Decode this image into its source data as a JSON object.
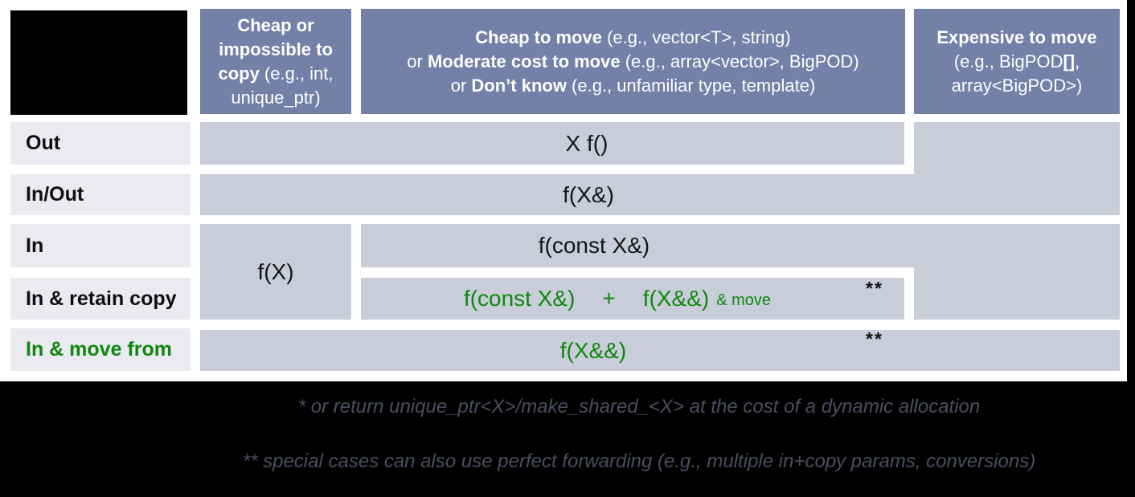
{
  "slide": {
    "kind": "parameter-passing guidance table",
    "colors": {
      "header_bg": "#7380a7",
      "cell_bg": "#c9cdd9",
      "row_label_bg": "#e9ebf1",
      "green_accent": "#0f870f",
      "footnote_text": "#494e60",
      "panel_bg": "#ffffff",
      "page_bg": "#000000"
    },
    "headers": {
      "cheap_copy": {
        "line1": "Cheap or",
        "line2": "impossible to",
        "line3_bold": "copy",
        "line3_rest": " (e.g., int,",
        "line4": "unique_ptr)"
      },
      "cheap_move": {
        "line1_bold": "Cheap to move",
        "line1_rest": " (e.g., vector<T>, string)",
        "line2_pre": "or ",
        "line2_bold": "Moderate cost to move",
        "line2_rest": " (e.g., array<vector>, BigPOD)",
        "line3_pre": "or ",
        "line3_bold": "Don’t know",
        "line3_rest": " (e.g., unfamiliar type, template)"
      },
      "expensive_move": {
        "line1": "Expensive to move",
        "line2_pre": "(e.g., BigPOD",
        "line2_bold": "[]",
        "line2_post": ",",
        "line3": "array<BigPOD>)"
      }
    },
    "row_labels": {
      "out": "Out",
      "inout": "In/Out",
      "in": "In",
      "retain": "In & retain copy",
      "move": "In & move from"
    },
    "cells": {
      "out": "X f()",
      "inout": "f(X&)",
      "in_cheap": "f(X)",
      "in_other": "f(const X&)",
      "retain_part1": "f(const X&)",
      "retain_plus": "+",
      "retain_part2": "f(X&&)",
      "retain_suffix": "& move",
      "move_from": "f(X&&)",
      "stars": "**"
    },
    "footnotes": {
      "line1": "* or return unique_ptr<X>/make_shared_<X> at the cost of a dynamic allocation",
      "line2": "** special cases can also use perfect forwarding (e.g., multiple in+copy params, conversions)"
    }
  }
}
